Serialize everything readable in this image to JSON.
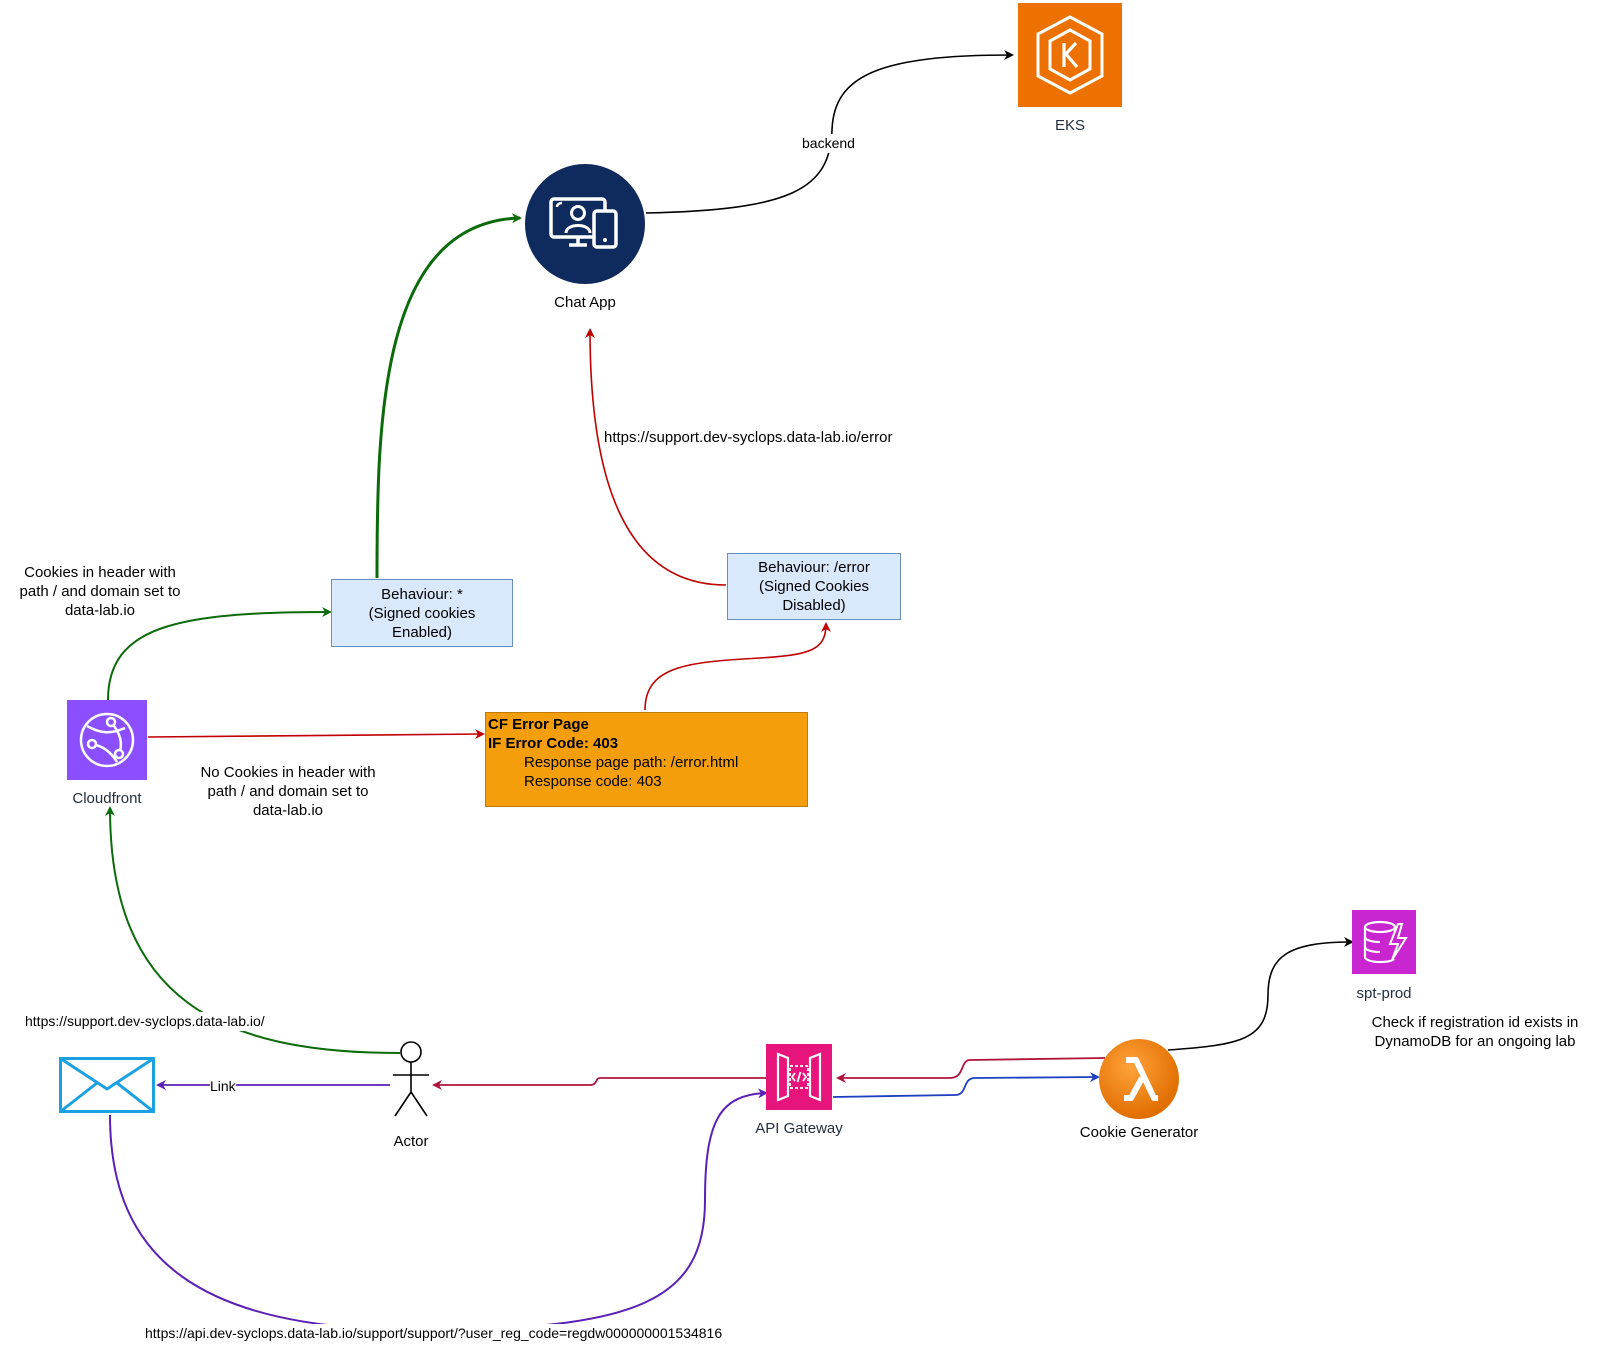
{
  "nodes": {
    "eks": {
      "label": "EKS",
      "icon": "eks-icon",
      "color": "#ed7100"
    },
    "chat_app": {
      "label": "Chat App",
      "icon": "chat-app-icon",
      "color": "#0f2a5c"
    },
    "cloudfront": {
      "label": "Cloudfront",
      "icon": "cloudfront-icon",
      "color": "#8c4fff"
    },
    "actor": {
      "label": "Actor",
      "icon": "actor-icon"
    },
    "email": {
      "icon": "mail-icon",
      "color": "#1ba1e2"
    },
    "api_gateway": {
      "label": "API Gateway",
      "icon": "api-gateway-icon",
      "color": "#e7157b"
    },
    "cookie_generator": {
      "label": "Cookie Generator",
      "icon": "lambda-icon",
      "color": "#ed7100"
    },
    "spt_prod": {
      "label": "spt-prod",
      "icon": "dynamodb-icon",
      "color": "#c925d1"
    }
  },
  "boxes": {
    "behaviour_star": {
      "lines": [
        "Behaviour: *",
        "(Signed cookies",
        "Enabled)"
      ]
    },
    "behaviour_error": {
      "lines": [
        "Behaviour: /error",
        "(Signed Cookies",
        "Disabled)"
      ]
    },
    "cf_error_page": {
      "title": "CF Error Page",
      "subtitle": "IF Error Code: 403",
      "detail1": "Response page path: /error.html",
      "detail2": "Response code: 403"
    }
  },
  "edge_labels": {
    "backend": "backend",
    "error_url": "https://support.dev-syclops.data-lab.io/error",
    "cookies_yes": [
      "Cookies in header with",
      "path / and domain set to",
      "data-lab.io"
    ],
    "cookies_no": [
      "No Cookies in header with",
      "path / and domain set to",
      "data-lab.io"
    ],
    "support_url": "https://support.dev-syclops.data-lab.io/",
    "link": "Link",
    "api_url": "https://api.dev-syclops.data-lab.io/support/support/?user_reg_code=regdw000000001534816",
    "dynamo_note": [
      "Check if registration id exists in",
      "DynamoDB for an ongoing lab"
    ]
  },
  "edge_colors": {
    "black": "#000000",
    "green": "#0b6b0b",
    "red": "#c00000",
    "crimson": "#b0143c",
    "purple": "#5b21b6",
    "blue": "#1e3fbf"
  }
}
